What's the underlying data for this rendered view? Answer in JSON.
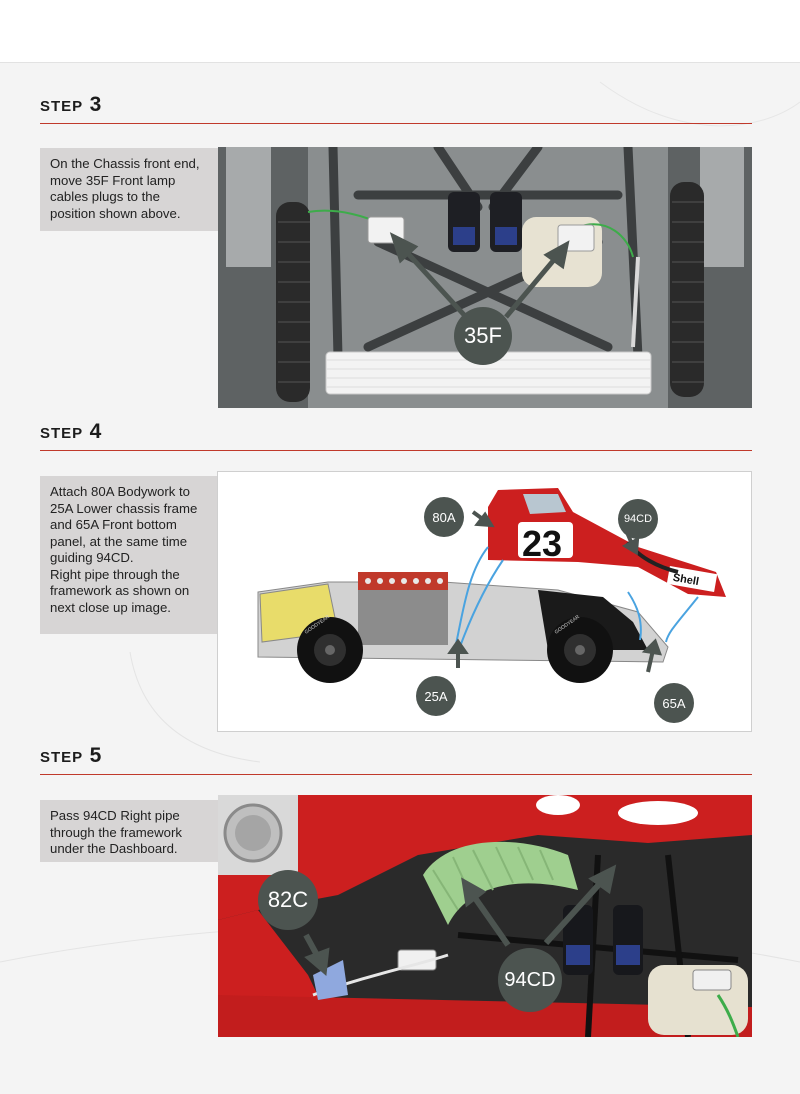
{
  "steps": [
    {
      "word": "STEP",
      "number": "3",
      "caption": "On the Chassis front end, move 35F Front lamp cables plugs to the position shown above.",
      "callouts": [
        "35F"
      ]
    },
    {
      "word": "STEP",
      "number": "4",
      "caption": "Attach 80A Bodywork to 25A Lower chassis frame and 65A Front bottom panel, at the same time guiding 94CD.\nRight pipe through the framework as shown on next close up image.",
      "callouts": [
        "80A",
        "94CD",
        "25A",
        "65A"
      ],
      "car_number": "23",
      "sponsor": "Shell",
      "tyre_text": "GOODYEAR"
    },
    {
      "word": "STEP",
      "number": "5",
      "caption": "Pass 94CD Right pipe through the framework under the Dashboard.",
      "callouts": [
        "82C",
        "94CD"
      ]
    }
  ],
  "colors": {
    "accent_line": "#c0392b",
    "badge": "#4c5450",
    "caption_bg": "#d7d5d5",
    "body_red": "#cc1f1f"
  }
}
